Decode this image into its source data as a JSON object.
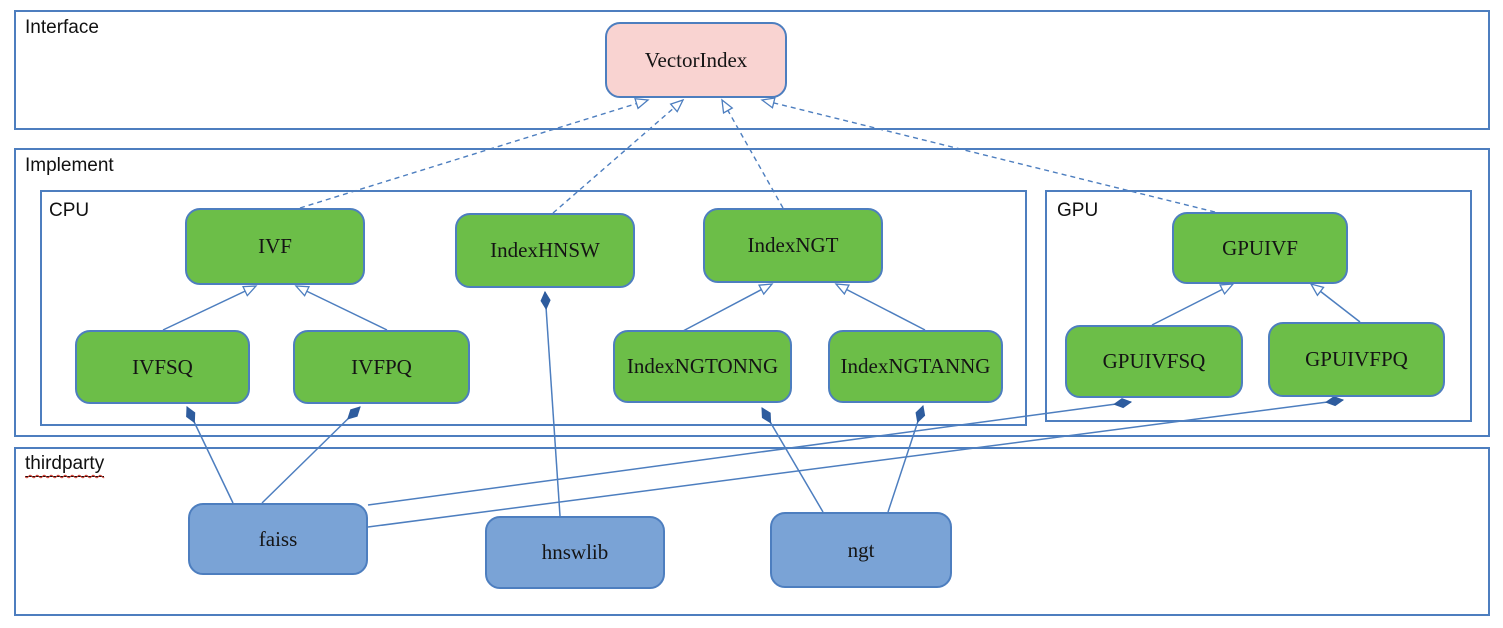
{
  "diagram": {
    "title_implicit": "VectorIndex class diagram",
    "groups": {
      "interface": {
        "label": "Interface"
      },
      "implement": {
        "label": "Implement"
      },
      "cpu": {
        "label": "CPU"
      },
      "gpu": {
        "label": "GPU"
      },
      "thirdparty": {
        "label": "thirdparty"
      }
    },
    "nodes": {
      "vectorindex": {
        "label": "VectorIndex",
        "kind": "interface"
      },
      "ivf": {
        "label": "IVF",
        "kind": "cpu-class"
      },
      "indexhnsw": {
        "label": "IndexHNSW",
        "kind": "cpu-class"
      },
      "indexngt": {
        "label": "IndexNGT",
        "kind": "cpu-class"
      },
      "ivfsq": {
        "label": "IVFSQ",
        "kind": "cpu-class"
      },
      "ivfpq": {
        "label": "IVFPQ",
        "kind": "cpu-class"
      },
      "indexngtonng": {
        "label": "IndexNGTONNG",
        "kind": "cpu-class"
      },
      "indexngtanng": {
        "label": "IndexNGTANNG",
        "kind": "cpu-class"
      },
      "gpuivf": {
        "label": "GPUIVF",
        "kind": "gpu-class"
      },
      "gpuivfsq": {
        "label": "GPUIVFSQ",
        "kind": "gpu-class"
      },
      "gpuivfpq": {
        "label": "GPUIVFPQ",
        "kind": "gpu-class"
      },
      "faiss": {
        "label": "faiss",
        "kind": "thirdparty-lib"
      },
      "hnswlib": {
        "label": "hnswlib",
        "kind": "thirdparty-lib"
      },
      "ngt": {
        "label": "ngt",
        "kind": "thirdparty-lib"
      }
    },
    "edges": [
      {
        "from": "IVF",
        "to": "VectorIndex",
        "type": "realization"
      },
      {
        "from": "IndexHNSW",
        "to": "VectorIndex",
        "type": "realization"
      },
      {
        "from": "IndexNGT",
        "to": "VectorIndex",
        "type": "realization"
      },
      {
        "from": "GPUIVF",
        "to": "VectorIndex",
        "type": "realization"
      },
      {
        "from": "IVFSQ",
        "to": "IVF",
        "type": "generalization"
      },
      {
        "from": "IVFPQ",
        "to": "IVF",
        "type": "generalization"
      },
      {
        "from": "IndexNGTONNG",
        "to": "IndexNGT",
        "type": "generalization"
      },
      {
        "from": "IndexNGTANNG",
        "to": "IndexNGT",
        "type": "generalization"
      },
      {
        "from": "GPUIVFSQ",
        "to": "GPUIVF",
        "type": "generalization"
      },
      {
        "from": "GPUIVFPQ",
        "to": "GPUIVF",
        "type": "generalization"
      },
      {
        "from": "faiss",
        "to": "IVFSQ",
        "type": "composition"
      },
      {
        "from": "faiss",
        "to": "IVFPQ",
        "type": "composition"
      },
      {
        "from": "faiss",
        "to": "GPUIVFSQ",
        "type": "composition"
      },
      {
        "from": "faiss",
        "to": "GPUIVFPQ",
        "type": "composition"
      },
      {
        "from": "hnswlib",
        "to": "IndexHNSW",
        "type": "composition"
      },
      {
        "from": "ngt",
        "to": "IndexNGTONNG",
        "type": "composition"
      },
      {
        "from": "ngt",
        "to": "IndexNGTANNG",
        "type": "composition"
      }
    ],
    "colors": {
      "node_green": "#6cbe48",
      "node_pink": "#f9d3d1",
      "node_blue": "#7aa3d6",
      "border_blue": "#4d7ebf",
      "edge_blue": "#4d7ebf",
      "diamond_fill": "#2e5c9e",
      "spellcheck_red": "#cf3428",
      "text": "#141414"
    }
  }
}
